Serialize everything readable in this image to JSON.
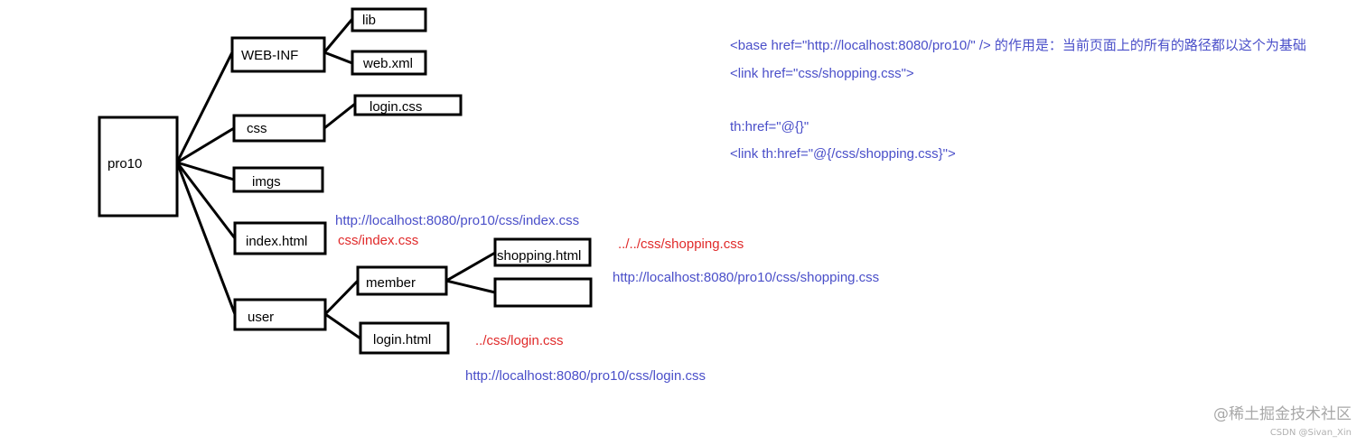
{
  "tree": {
    "root": "pro10",
    "web_inf": "WEB-INF",
    "lib": "lib",
    "web_xml": "web.xml",
    "css": "css",
    "login_css": "login.css",
    "imgs": "imgs",
    "index_html": "index.html",
    "user": "user",
    "member": "member",
    "shopping_html": "shopping.html",
    "empty_file": "",
    "login_html": "login.html"
  },
  "notes": {
    "base_tag": "<base href=\"http://localhost:8080/pro10/\" /> 的作用是：当前页面上的所有的路径都以这个为基础",
    "link_tag": "<link href=\"css/shopping.css\">",
    "th_href": "th:href=\"@{}\"",
    "th_link_tag": "<link th:href=\"@{/css/shopping.css}\">",
    "index_url": "http://localhost:8080/pro10/css/index.css",
    "index_rel": "css/index.css",
    "shopping_rel": "../../css/shopping.css",
    "shopping_url": "http://localhost:8080/pro10/css/shopping.css",
    "login_rel": "../css/login.css",
    "login_url": "http://localhost:8080/pro10/css/login.css"
  },
  "colors": {
    "blue": "#4a4fc9",
    "red": "#e02a2a"
  },
  "watermark": {
    "main": "@稀土掘金技术社区",
    "sub": "CSDN @Sivan_Xin"
  }
}
